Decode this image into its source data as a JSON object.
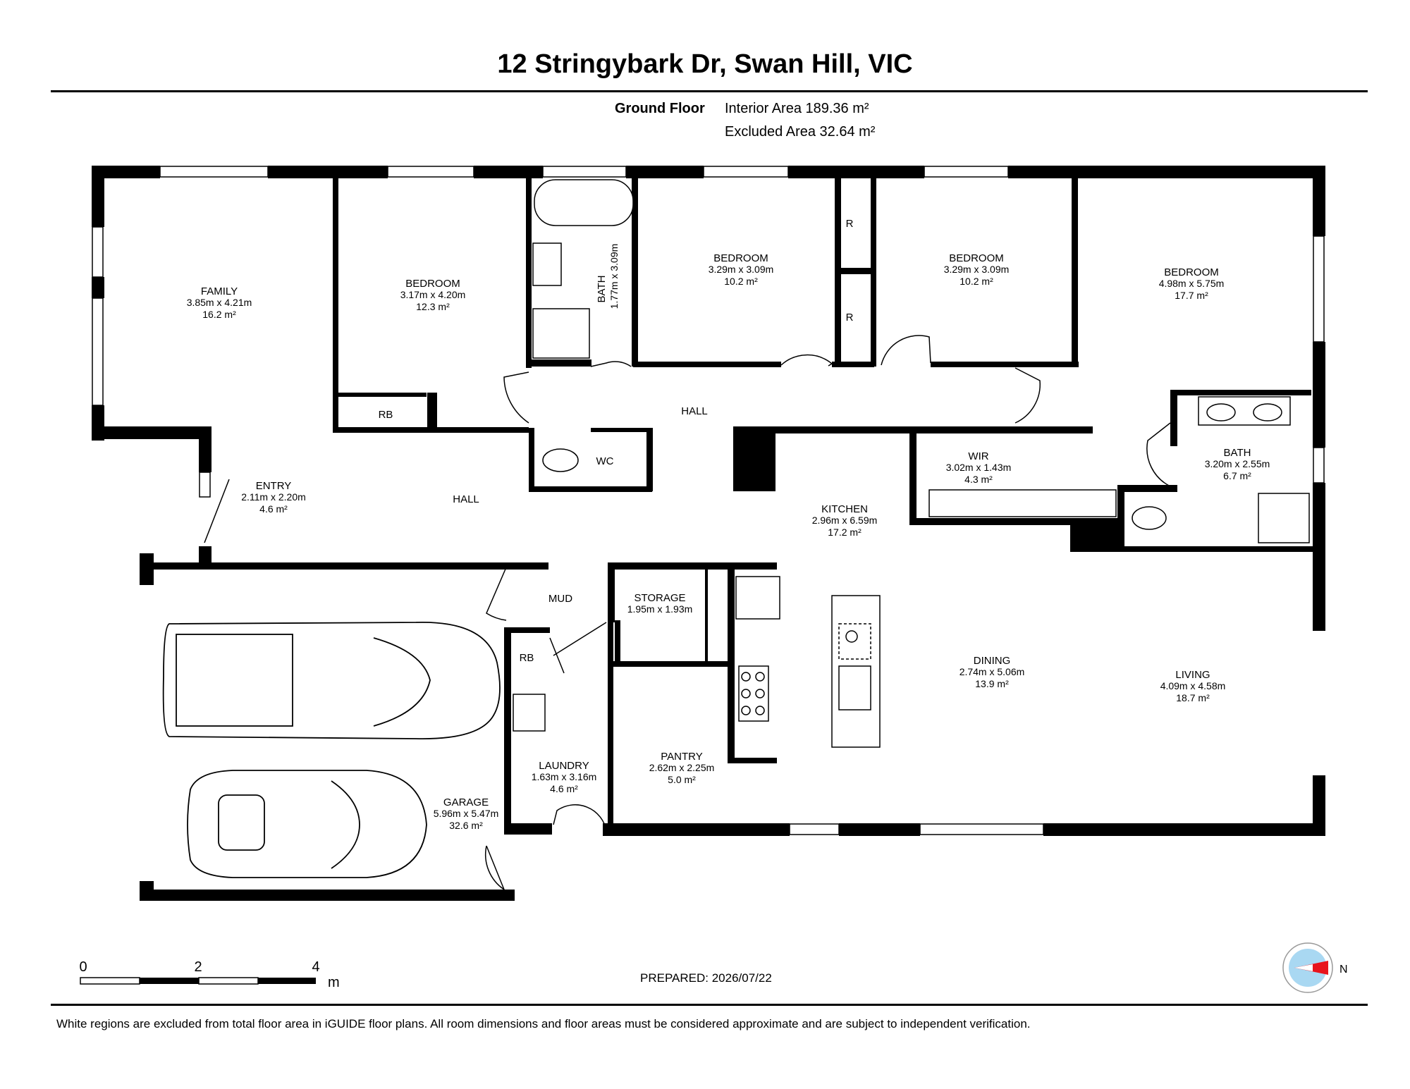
{
  "title": "12 Stringybark Dr, Swan Hill, VIC",
  "floor": {
    "name": "Ground Floor",
    "interior_area": "Interior Area 189.36 m²",
    "excluded_area": "Excluded Area 32.64 m²"
  },
  "rooms": {
    "family": {
      "name": "FAMILY",
      "dims": "3.85m x 4.21m",
      "area": "16.2 m²"
    },
    "bedroom1": {
      "name": "BEDROOM",
      "dims": "3.17m x 4.20m",
      "area": "12.3 m²"
    },
    "bath1": {
      "name": "BATH",
      "dims": "1.77m x 3.09m"
    },
    "bedroom2": {
      "name": "BEDROOM",
      "dims": "3.29m x 3.09m",
      "area": "10.2 m²"
    },
    "bedroom3": {
      "name": "BEDROOM",
      "dims": "3.29m x 3.09m",
      "area": "10.2 m²"
    },
    "bedroom4": {
      "name": "BEDROOM",
      "dims": "4.98m x 5.75m",
      "area": "17.7 m²"
    },
    "entry": {
      "name": "ENTRY",
      "dims": "2.11m x 2.20m",
      "area": "4.6 m²"
    },
    "hall_left": {
      "name": "HALL"
    },
    "hall_top": {
      "name": "HALL"
    },
    "wc": {
      "name": "WC"
    },
    "rb1": {
      "name": "RB"
    },
    "rb2": {
      "name": "RB"
    },
    "r1": {
      "name": "R"
    },
    "r2": {
      "name": "R"
    },
    "wir": {
      "name": "WIR",
      "dims": "3.02m x 1.43m",
      "area": "4.3 m²"
    },
    "bath2": {
      "name": "BATH",
      "dims": "3.20m x 2.55m",
      "area": "6.7 m²"
    },
    "kitchen": {
      "name": "KITCHEN",
      "dims": "2.96m x 6.59m",
      "area": "17.2 m²"
    },
    "mud": {
      "name": "MUD"
    },
    "storage": {
      "name": "STORAGE",
      "dims": "1.95m x 1.93m"
    },
    "dining": {
      "name": "DINING",
      "dims": "2.74m x 5.06m",
      "area": "13.9 m²"
    },
    "living": {
      "name": "LIVING",
      "dims": "4.09m x 4.58m",
      "area": "18.7 m²"
    },
    "pantry": {
      "name": "PANTRY",
      "dims": "2.62m x 2.25m",
      "area": "5.0 m²"
    },
    "laundry": {
      "name": "LAUNDRY",
      "dims": "1.63m x 3.16m",
      "area": "4.6 m²"
    },
    "garage": {
      "name": "GARAGE",
      "dims": "5.96m x 5.47m",
      "area": "32.6 m²"
    }
  },
  "scale": {
    "tick0": "0",
    "tick1": "2",
    "tick2": "4",
    "unit": "m"
  },
  "compass": {
    "label": "N"
  },
  "prepared": "PREPARED: 2026/07/22",
  "disclaimer": "White regions are excluded from total floor area in iGUIDE floor plans. All room dimensions and floor areas must be considered approximate and are subject to independent verification.",
  "colors": {
    "wall": "#000000",
    "compass_arrow": "#e8141c",
    "compass_disc": "#a9d8f2"
  }
}
